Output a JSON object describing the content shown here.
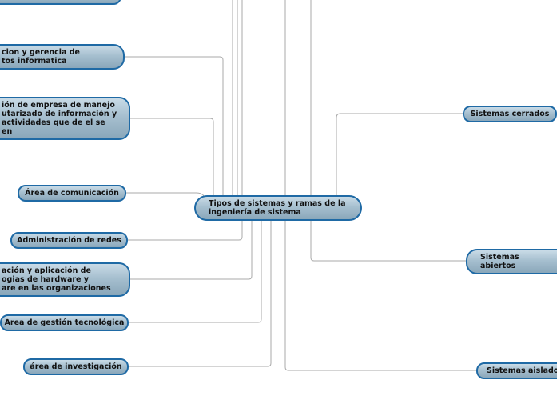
{
  "mindmap": {
    "center": {
      "label": "Tipos de sistemas y ramas de la\ningeniería de sistema"
    },
    "left_nodes": [
      {
        "label": ""
      },
      {
        "label": "cion y gerencia de\ntos informatica"
      },
      {
        "label": "ión de empresa de manejo\nutarizado de información y\n actividades que de el se\nen"
      },
      {
        "label": "Área de comunicación"
      },
      {
        "label": "Administración de redes"
      },
      {
        "label": "ación y aplicación de\nogias de hardware y\nare en las organizaciones"
      },
      {
        "label": "Área de gestión tecnológica"
      },
      {
        "label": "área de investigación"
      }
    ],
    "right_nodes": [
      {
        "label": "Sistemas cerrados"
      },
      {
        "label": "Sistemas\nabiertos"
      },
      {
        "label": "Sistemas aislados"
      }
    ],
    "colors": {
      "node_border": "#1f6aa5",
      "node_fill_top": "#c9dbe7",
      "node_fill_bottom": "#8aa7ba",
      "connector": "#a8a8a8"
    }
  }
}
